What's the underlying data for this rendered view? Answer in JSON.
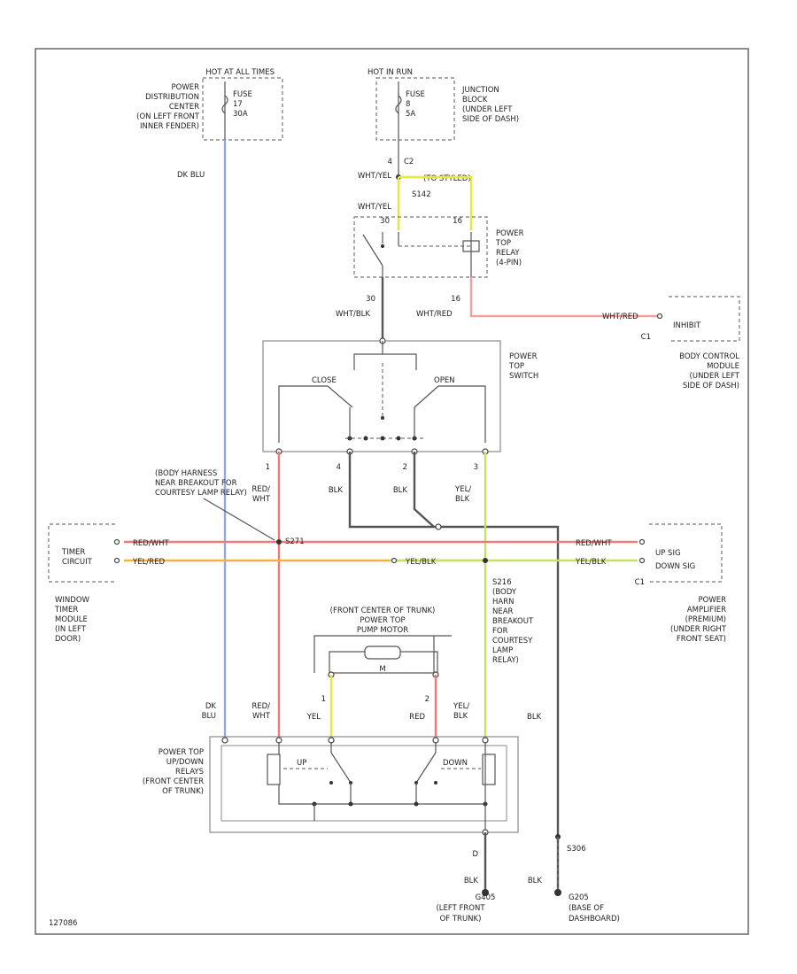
{
  "labels": {
    "hot_all_times": "HOT AT ALL TIMES",
    "pdc": [
      "POWER",
      "DISTRIBUTION",
      "CENTER",
      "(ON LEFT FRONT",
      "INNER FENDER)"
    ],
    "fuse7": [
      "FUSE",
      "17",
      "30A"
    ],
    "hot_in_run": "HOT IN RUN",
    "fuse8": [
      "FUSE",
      "8",
      "5A"
    ],
    "junction_block": [
      "JUNCTION",
      "BLOCK",
      "(UNDER LEFT",
      "SIDE OF DASH)"
    ],
    "dk_blu_top": "DK BLU",
    "pin4": "4",
    "c2": "C2",
    "wht_yel_1": "WHT/YEL",
    "wht_yel_2": "WHT/YEL",
    "s142": "S142",
    "to_styled": "(TO STYLED)",
    "pin30": "30",
    "pin16": "16",
    "relay_label": [
      "POWER",
      "TOP",
      "RELAY",
      "(4-PIN)"
    ],
    "pin30b": "30",
    "pin16b": "16",
    "wht_blk": "WHT/BLK",
    "wht_red_1": "WHT/RED",
    "wht_red_2": "WHT/RED",
    "inhibit": "INHIBIT",
    "c1_bcm": "C1",
    "bcm": [
      "BODY CONTROL",
      "MODULE",
      "(UNDER LEFT",
      "SIDE OF DASH)"
    ],
    "switch_label": [
      "POWER",
      "TOP",
      "SWITCH"
    ],
    "close": "CLOSE",
    "open": "OPEN",
    "pin1": "1",
    "pin4b": "4",
    "pin2": "2",
    "pin3": "3",
    "body_harness": [
      "(BODY HARNESS",
      "NEAR BREAKOUT FOR",
      "COURTESY LAMP RELAY)"
    ],
    "red_wht_1": [
      "RED/",
      "WHT"
    ],
    "blk_1": "BLK",
    "blk_2": "BLK",
    "yel_blk_1": [
      "YEL/",
      "BLK"
    ],
    "s271": "S271",
    "timer_circuit": [
      "TIMER",
      "CIRCUIT"
    ],
    "red_wht_h1": "RED/WHT",
    "yel_red_h1": "YEL/RED",
    "yel_blk_h1": "YEL/BLK",
    "red_wht_h2": "RED/WHT",
    "yel_blk_h2": "YEL/BLK",
    "up_sig": [
      "UP SIG",
      "DOWN SIG"
    ],
    "c1_amp": "C1",
    "window_timer": [
      "WINDOW",
      "TIMER",
      "MODULE",
      "(IN LEFT",
      "DOOR)"
    ],
    "s216": [
      "S216",
      "(BODY",
      "HARN",
      "NEAR",
      "BREAKOUT",
      "FOR",
      "COURTESY",
      "LAMP",
      "RELAY)"
    ],
    "amplifier": [
      "POWER",
      "AMPLIFIER",
      "(PREMIUM)",
      "(UNDER RIGHT",
      "FRONT SEAT)"
    ],
    "pump_motor": [
      "(FRONT CENTER OF TRUNK)",
      "POWER TOP",
      "PUMP MOTOR"
    ],
    "motor_m": "M",
    "pin1m": "1",
    "pin2m": "2",
    "yel_1": "YEL",
    "red_1": "RED",
    "yel_blk_2": [
      "YEL/",
      "BLK"
    ],
    "blk_3": "BLK",
    "dk_blu_bot": [
      "DK",
      "BLU"
    ],
    "red_wht_2": [
      "RED/",
      "WHT"
    ],
    "up_down_relays": [
      "POWER TOP",
      "UP/DOWN",
      "RELAYS",
      "(FRONT CENTER",
      "OF TRUNK)"
    ],
    "up": "UP",
    "down": "DOWN",
    "pin_d": "D",
    "s306": "S306",
    "blk_4": "BLK",
    "blk_5": "BLK",
    "g405": [
      "G405",
      "(LEFT FRONT",
      "OF TRUNK)"
    ],
    "g205": [
      "G205",
      "(BASE OF",
      "DASHBOARD)"
    ],
    "figure_id": "127086"
  },
  "colors": {
    "dk_blu": "#8fa8f0",
    "red_wht": "#f07a7a",
    "yel": "#e6e83c",
    "yel_red": "#f2b24a",
    "yel_blk": "#c7e06a",
    "wht_red": "#f0a0a0",
    "blk": "#555555"
  }
}
